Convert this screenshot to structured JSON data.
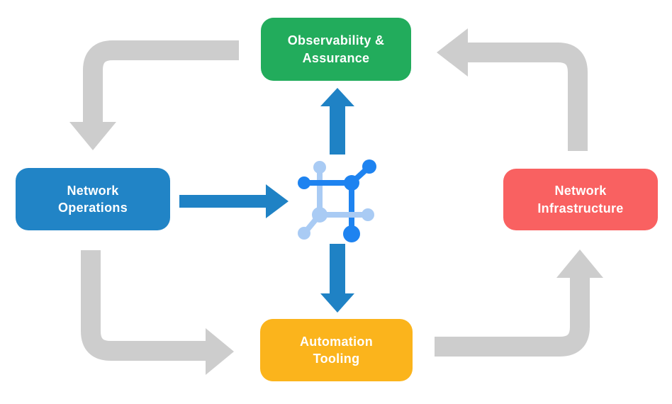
{
  "nodes": {
    "observability": {
      "line1": "Observability &",
      "line2": "Assurance",
      "color": "#22AC5C"
    },
    "operations": {
      "line1": "Network",
      "line2": "Operations",
      "color": "#2184C6"
    },
    "infrastructure": {
      "line1": "Network",
      "line2": "Infrastructure",
      "color": "#F96161"
    },
    "automation": {
      "line1": "Automation",
      "line2": "Tooling",
      "color": "#FBB41C"
    }
  },
  "center_icon": "network-topology-icon",
  "connections": [
    {
      "from": "observability",
      "to": "operations",
      "style": "gray-elbow"
    },
    {
      "from": "operations",
      "to": "automation",
      "style": "gray-elbow"
    },
    {
      "from": "automation",
      "to": "infrastructure",
      "style": "gray-elbow"
    },
    {
      "from": "infrastructure",
      "to": "observability",
      "style": "gray-elbow"
    },
    {
      "from": "operations",
      "to": "center-icon",
      "style": "blue-straight"
    },
    {
      "from": "center-icon",
      "to": "observability",
      "style": "blue-straight"
    },
    {
      "from": "center-icon",
      "to": "automation",
      "style": "blue-straight"
    }
  ],
  "colors": {
    "green_box": "#22AC5C",
    "blue_box": "#2184C6",
    "red_box": "#F96161",
    "yellow_box": "#FBB41C",
    "gray_arrow": "#CDCDCD",
    "blue_arrow": "#1F82C5",
    "icon_blue_dark": "#1E83F0",
    "icon_blue_light": "#A9CBF4",
    "label_text": "#FFFFFF",
    "background": "#FFFFFF"
  }
}
